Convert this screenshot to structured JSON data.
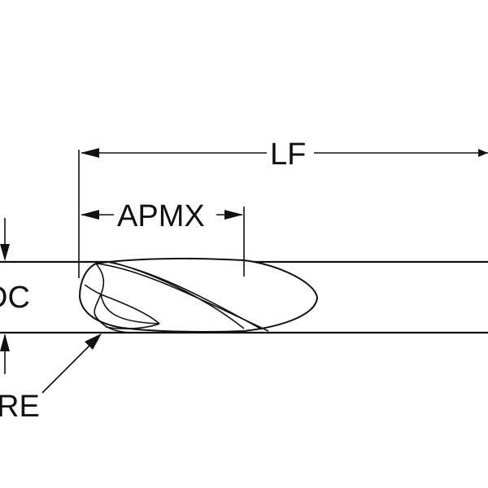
{
  "labels": {
    "lf": "LF",
    "apmx": "APMX",
    "dc": "DC",
    "re": "RE"
  }
}
